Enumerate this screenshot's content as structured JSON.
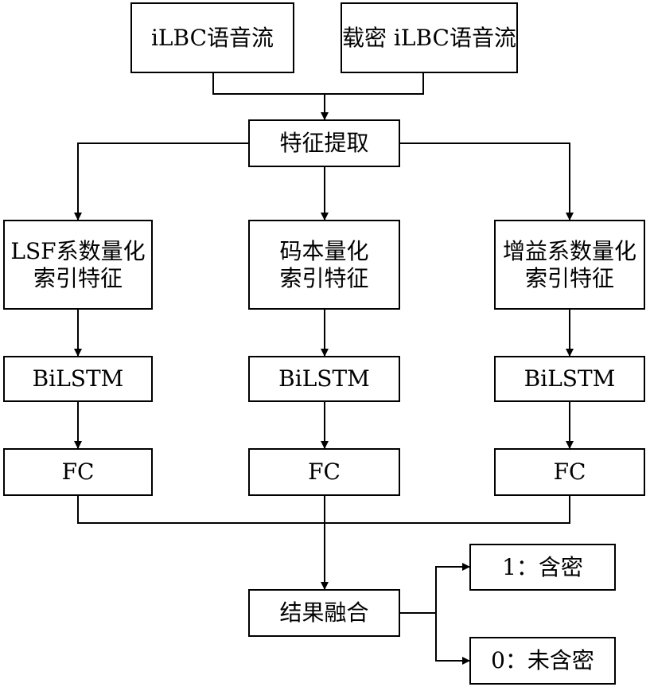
{
  "inputs": {
    "ilbc": "iLBC语音流",
    "stego_ilbc": "载密 iLBC语音流"
  },
  "feature_extraction": "特征提取",
  "branches": [
    {
      "feature_line1": "LSF系数量化",
      "feature_line2": "索引特征",
      "bilstm": "BiLSTM",
      "fc": "FC"
    },
    {
      "feature_line1": "码本量化",
      "feature_line2": "索引特征",
      "bilstm": "BiLSTM",
      "fc": "FC"
    },
    {
      "feature_line1": "增益系数量化",
      "feature_line2": "索引特征",
      "bilstm": "BiLSTM",
      "fc": "FC"
    }
  ],
  "fusion": "结果融合",
  "outputs": {
    "positive": "1：含密",
    "negative": "0：未含密"
  }
}
